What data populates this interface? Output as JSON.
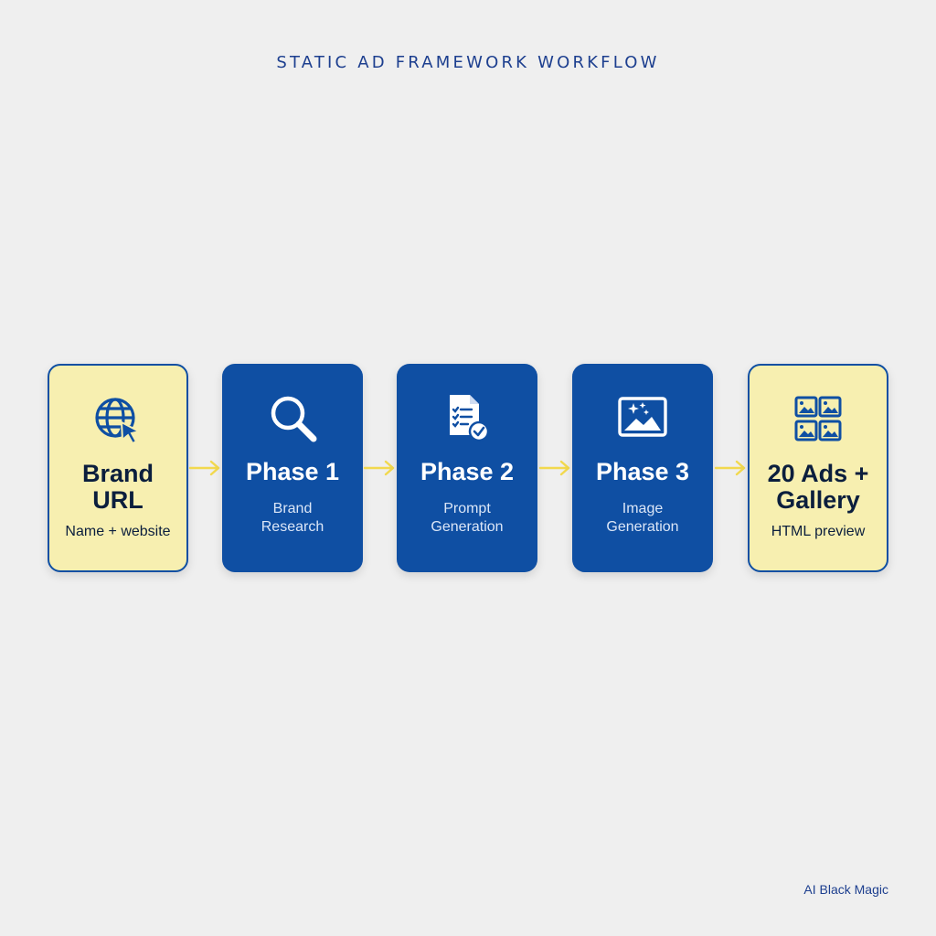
{
  "title": "STATIC AD FRAMEWORK WORKFLOW",
  "steps": [
    {
      "title": "Brand\nURL",
      "subtitle": "Name + website",
      "icon": "globe-cursor-icon",
      "style": "light"
    },
    {
      "title": "Phase 1",
      "subtitle": "Brand\nResearch",
      "icon": "magnifier-icon",
      "style": "dark"
    },
    {
      "title": "Phase 2",
      "subtitle": "Prompt\nGeneration",
      "icon": "checklist-document-icon",
      "style": "dark"
    },
    {
      "title": "Phase 3",
      "subtitle": "Image\nGeneration",
      "icon": "image-sparkle-icon",
      "style": "dark"
    },
    {
      "title": "20 Ads +\nGallery",
      "subtitle": "HTML preview",
      "icon": "image-grid-icon",
      "style": "light"
    }
  ],
  "colors": {
    "primary_blue": "#0f4fa3",
    "light_yellow": "#f7efb0",
    "arrow_yellow": "#f2d94e",
    "background": "#efefef"
  },
  "footer": {
    "brand": "AI Black Magic"
  }
}
